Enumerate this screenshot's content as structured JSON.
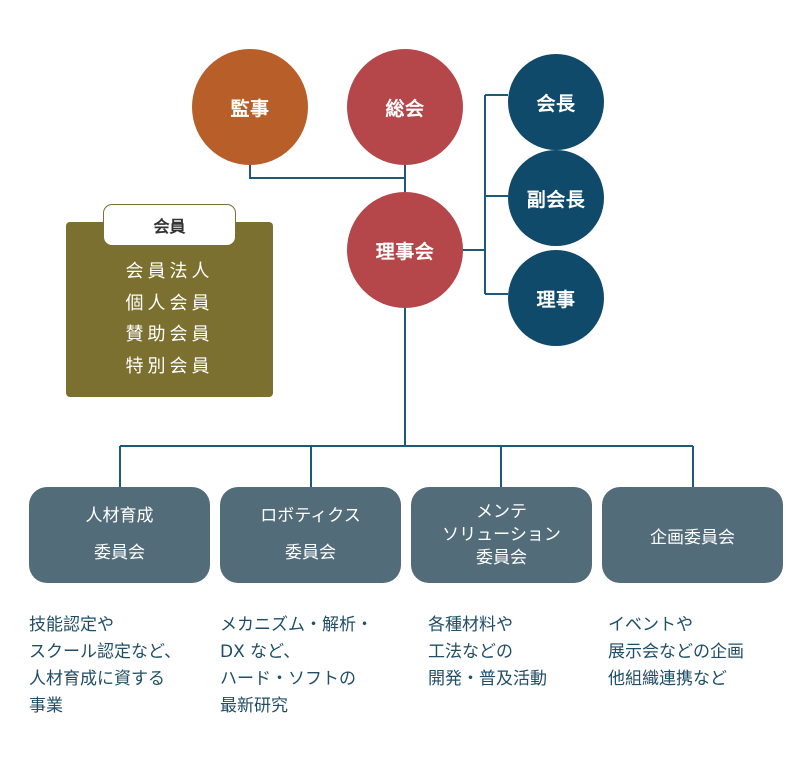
{
  "diagram": {
    "colors": {
      "auditor": "#b85e28",
      "assembly": "#b5474a",
      "board": "#b5474a",
      "officers": "#0f4a6b",
      "connector": "#1d5a78",
      "member_box": "#7c7030",
      "committee_box": "#536c7a",
      "description_text": "#1f4e66"
    },
    "top_nodes": {
      "auditor": "監事",
      "general_assembly": "総会",
      "board": "理事会"
    },
    "officers": [
      "会長",
      "副会長",
      "理事"
    ],
    "members": {
      "title": "会員",
      "items": [
        "会員法人",
        "個人会員",
        "賛助会員",
        "特別会員"
      ]
    },
    "committees": [
      {
        "lines": [
          "人材育成",
          "委員会"
        ],
        "description": [
          "技能認定や",
          "スクール認定など、",
          "人材育成に資する",
          "事業"
        ]
      },
      {
        "lines": [
          "ロボティクス",
          "委員会"
        ],
        "description": [
          "メカニズム・解析・",
          "DX など、",
          "ハード・ソフトの",
          "最新研究"
        ]
      },
      {
        "lines": [
          "メンテ",
          "ソリューション",
          "委員会"
        ],
        "description": [
          "各種材料や",
          "工法などの",
          "開発・普及活動"
        ]
      },
      {
        "lines": [
          "企画委員会"
        ],
        "description": [
          "イベントや",
          "展示会などの企画",
          "他組織連携など"
        ]
      }
    ]
  }
}
